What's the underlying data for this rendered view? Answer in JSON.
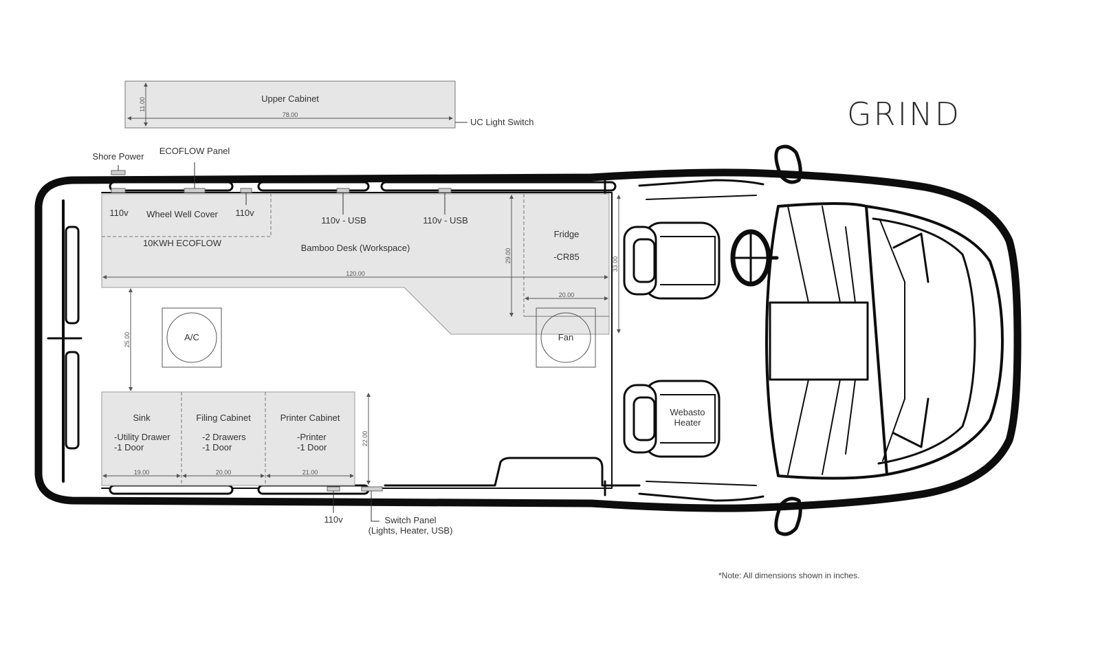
{
  "brand": "GRIND",
  "note": "*Note: All dimensions shown in inches.",
  "colors": {
    "van_outline": "#0d0d0d",
    "furniture_fill": "#e6e6e6",
    "furniture_stroke": "#777777",
    "dimension_line": "#555555"
  },
  "upper_cabinet": {
    "label": "Upper Cabinet",
    "width_dim": "78.00",
    "height_dim": "11.00",
    "switch_label": "UC Light Switch"
  },
  "exterior_labels": {
    "shore_power": "Shore Power",
    "ecoflow_panel": "ECOFLOW Panel",
    "outlet_bottom": "110v",
    "switch_panel_line1": "Switch Panel",
    "switch_panel_line2": "(Lights, Heater, USB)"
  },
  "desk_area": {
    "outlet_left": "110v",
    "outlet_mid": "110v",
    "wheel_well": "Wheel Well Cover",
    "usb_1": "110v - USB",
    "usb_2": "110v - USB",
    "ecoflow": "10KWH ECOFLOW",
    "desk": "Bamboo Desk (Workspace)",
    "desk_length_dim": "120.00",
    "desk_depth_dim": "29.00"
  },
  "fridge": {
    "name": "Fridge",
    "model": "-CR85",
    "width_dim": "20.00",
    "depth_dim": "33.00"
  },
  "roof": {
    "ac": "A/C",
    "fan": "Fan"
  },
  "aisle_dim": "25.00",
  "bottom_cabinets": {
    "sink": {
      "title": "Sink",
      "line1": "-Utility Drawer",
      "line2": "-1 Door",
      "dim": "19.00"
    },
    "filing": {
      "title": "Filing Cabinet",
      "line1": "-2 Drawers",
      "line2": "-1 Door",
      "dim": "20.00"
    },
    "printer": {
      "title": "Printer Cabinet",
      "line1": "-Printer",
      "line2": "-1 Door",
      "dim": "21.00"
    },
    "depth_dim": "22.00"
  },
  "heater": {
    "line1": "Webasto",
    "line2": "Heater"
  }
}
